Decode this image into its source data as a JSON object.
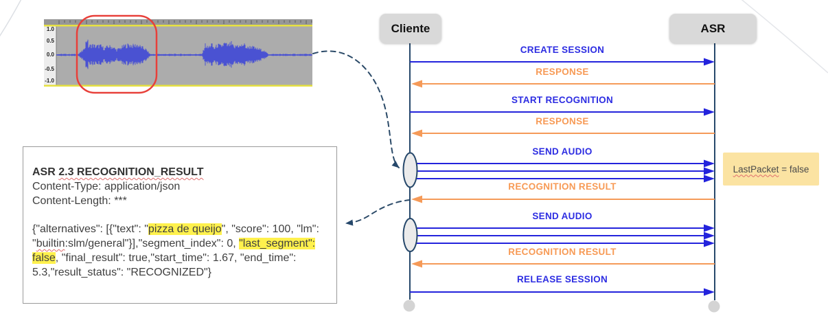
{
  "waveform": {
    "scale_labels": [
      "1.0",
      "0.5",
      "0.0",
      "-0.5",
      "-1.0"
    ]
  },
  "sequence": {
    "actors": [
      {
        "label": "Cliente"
      },
      {
        "label": "ASR"
      }
    ],
    "messages": [
      {
        "label": "CREATE SESSION",
        "direction": "right",
        "color": "blue"
      },
      {
        "label": "RESPONSE",
        "direction": "left",
        "color": "orange"
      },
      {
        "label": "START RECOGNITION",
        "direction": "right",
        "color": "blue"
      },
      {
        "label": "RESPONSE",
        "direction": "left",
        "color": "orange"
      },
      {
        "label": "SEND AUDIO",
        "direction": "right",
        "color": "blue",
        "arrows": 3
      },
      {
        "label": "RECOGNITION RESULT",
        "direction": "left",
        "color": "orange"
      },
      {
        "label": "SEND AUDIO",
        "direction": "right",
        "color": "blue",
        "arrows": 3
      },
      {
        "label": "RECOGNITION RESULT",
        "direction": "left",
        "color": "orange"
      },
      {
        "label": "RELEASE SESSION",
        "direction": "right",
        "color": "blue"
      }
    ]
  },
  "note": {
    "wavy_part": "LastPacket",
    "rest_part": " = false"
  },
  "result_box": {
    "title_prefix": "ASR ",
    "title_wavy": "2.3 RECOGNITION_RESULT",
    "content_type": "Content-Type: application/json",
    "content_length": "Content-Length: ***",
    "json": {
      "seg1": "{\"alternatives\": [{\"text\": \"",
      "hl1": "pizza de queijo",
      "seg2a": "\", \"score\": 100, \"lm\": \"",
      "sq": "builtin",
      "seg2b": ":slm/general\"}],\"segment_index\": 0, ",
      "hl2": "\"last_segment\": false",
      "seg3": ", \"final_result\": true,\"start_time\": 1.67, \"end_time\": 5.3,\"result_status\": \"RECOGNIZED\"}"
    }
  },
  "colors": {
    "message_blue": "#2323dc",
    "message_orange": "#f59a58",
    "lifeline_navy": "#26486b",
    "note_bg": "#fbe3a2",
    "highlight_yellow": "#fff14d",
    "selection_red": "#e8403a",
    "waveform_blue": "#4a52d2"
  }
}
